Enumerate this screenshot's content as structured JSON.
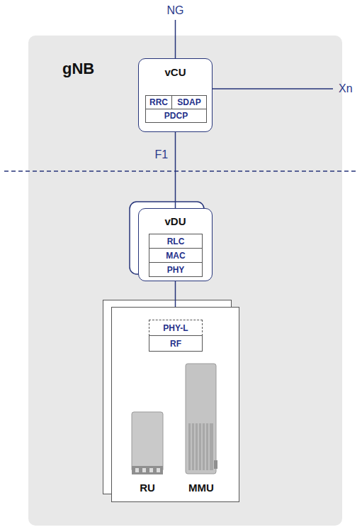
{
  "diagram": {
    "nodes": [
      {
        "text": [
          "gNB"
        ]
      },
      {
        "text": [
          "vCU"
        ],
        "in": 0
      },
      {
        "text": [
          "RRC"
        ],
        "in": 1
      },
      {
        "text": [
          "SDAP"
        ],
        "in": 1
      },
      {
        "text": [
          "PDCP"
        ],
        "in": 1
      },
      {
        "text": [
          "vDU"
        ],
        "in": 0
      },
      {
        "text": [
          "RLC"
        ],
        "in": 5
      },
      {
        "text": [
          "MAC"
        ],
        "in": 5
      },
      {
        "text": [
          "PHY"
        ],
        "in": 5
      },
      {
        "text": [
          "RU",
          "MMU"
        ],
        "in": 0
      },
      {
        "text": [
          "PHY-L"
        ],
        "in": 9
      },
      {
        "text": [
          "RF"
        ],
        "in": 9
      }
    ],
    "edges": [
      {
        "from": 1,
        "to": 5,
        "arrow": "none",
        "label": "F1"
      },
      {
        "from": 5,
        "to": 9,
        "arrow": "none"
      }
    ],
    "labels": [
      "NG",
      "Xn"
    ]
  }
}
